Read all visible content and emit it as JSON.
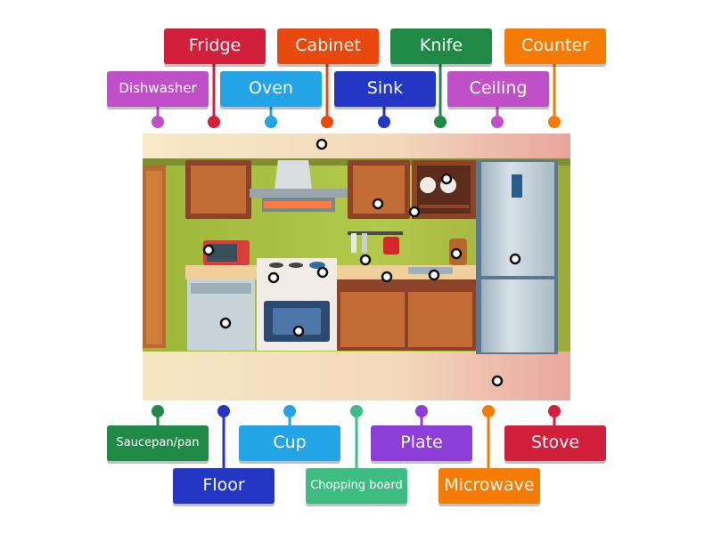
{
  "labels": [
    {
      "text": "Fridge",
      "color": "#d21f3c"
    },
    {
      "text": "Cabinet",
      "color": "#e8490f"
    },
    {
      "text": "Knife",
      "color": "#1e8a45"
    },
    {
      "text": "Counter",
      "color": "#f57c00"
    },
    {
      "text": "Dishwasher",
      "color": "#c050c8"
    },
    {
      "text": "Oven",
      "color": "#22a4e6"
    },
    {
      "text": "Sink",
      "color": "#2336c4"
    },
    {
      "text": "Ceiling",
      "color": "#c050c8"
    },
    {
      "text": "Saucepan/pan",
      "color": "#1e8a45"
    },
    {
      "text": "Cup",
      "color": "#22a4e6"
    },
    {
      "text": "Plate",
      "color": "#8d3ed8"
    },
    {
      "text": "Stove",
      "color": "#d21f3c"
    },
    {
      "text": "Floor",
      "color": "#2336c4"
    },
    {
      "text": "Chopping board",
      "color": "#3ebd82"
    },
    {
      "text": "Microwave",
      "color": "#f57c00"
    }
  ]
}
